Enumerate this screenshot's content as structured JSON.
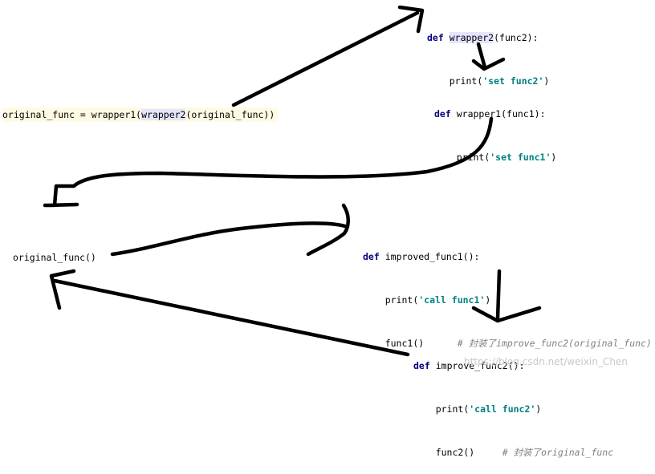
{
  "assignment": {
    "lhs": "original_func = wrapper1(",
    "inner": "wrapper2",
    "rhs": "(original_func))"
  },
  "wrapper2_block": {
    "def_kw": "def",
    "name": "wrapper2",
    "params": "(func2):",
    "print_fn": "print(",
    "print_arg": "'set func2'",
    "print_close": ")"
  },
  "wrapper1_block": {
    "def_kw": "def",
    "signature": "wrapper1(func1):",
    "print_fn": "print(",
    "print_arg": "'set func1'",
    "print_close": ")"
  },
  "call_line": "original_func()",
  "improved_func1_block": {
    "def_kw": "def",
    "signature": "improved_func1():",
    "print_fn": "print(",
    "print_arg": "'call func1'",
    "print_close": ")",
    "call": "func1()",
    "comment": "# 封装了improve_func2(original_func)"
  },
  "improve_func2_block": {
    "def_kw": "def",
    "signature": "improve_func2():",
    "print_fn": "print(",
    "print_arg": "'call func2'",
    "print_close": ")",
    "call": "func2()",
    "comment": "# 封装了original_func"
  },
  "watermark": "https://blog.csdn.net/weixin_Chen"
}
